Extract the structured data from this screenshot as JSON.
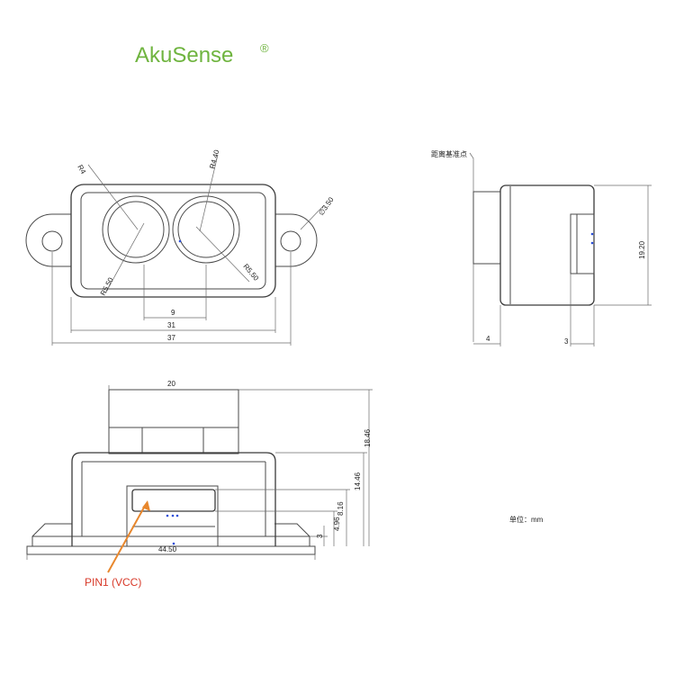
{
  "brand": {
    "name": "AkuSense",
    "mark": "®",
    "color": "#6fb43f"
  },
  "front_view": {
    "radius_labels": [
      "R4",
      "R4.40",
      "R5.50",
      "R5.50"
    ],
    "hole_diameter": "∅3.50",
    "dim_inner": "9",
    "dim_mid": "31",
    "dim_outer": "37"
  },
  "side_view": {
    "reference_label": "距离基准点",
    "height": "19.20",
    "depth_left": "4",
    "depth_right": "3"
  },
  "bottom_view": {
    "top_width": "20",
    "total_height": "18.46",
    "body_height": "14.46",
    "connector_top": "8.16",
    "connector_mid": "4.96",
    "base_height": "3",
    "base_width": "44.50"
  },
  "unit_label": "单位：mm",
  "pin_label": "PIN1 (VCC)",
  "pin_color": "#d83a2a"
}
